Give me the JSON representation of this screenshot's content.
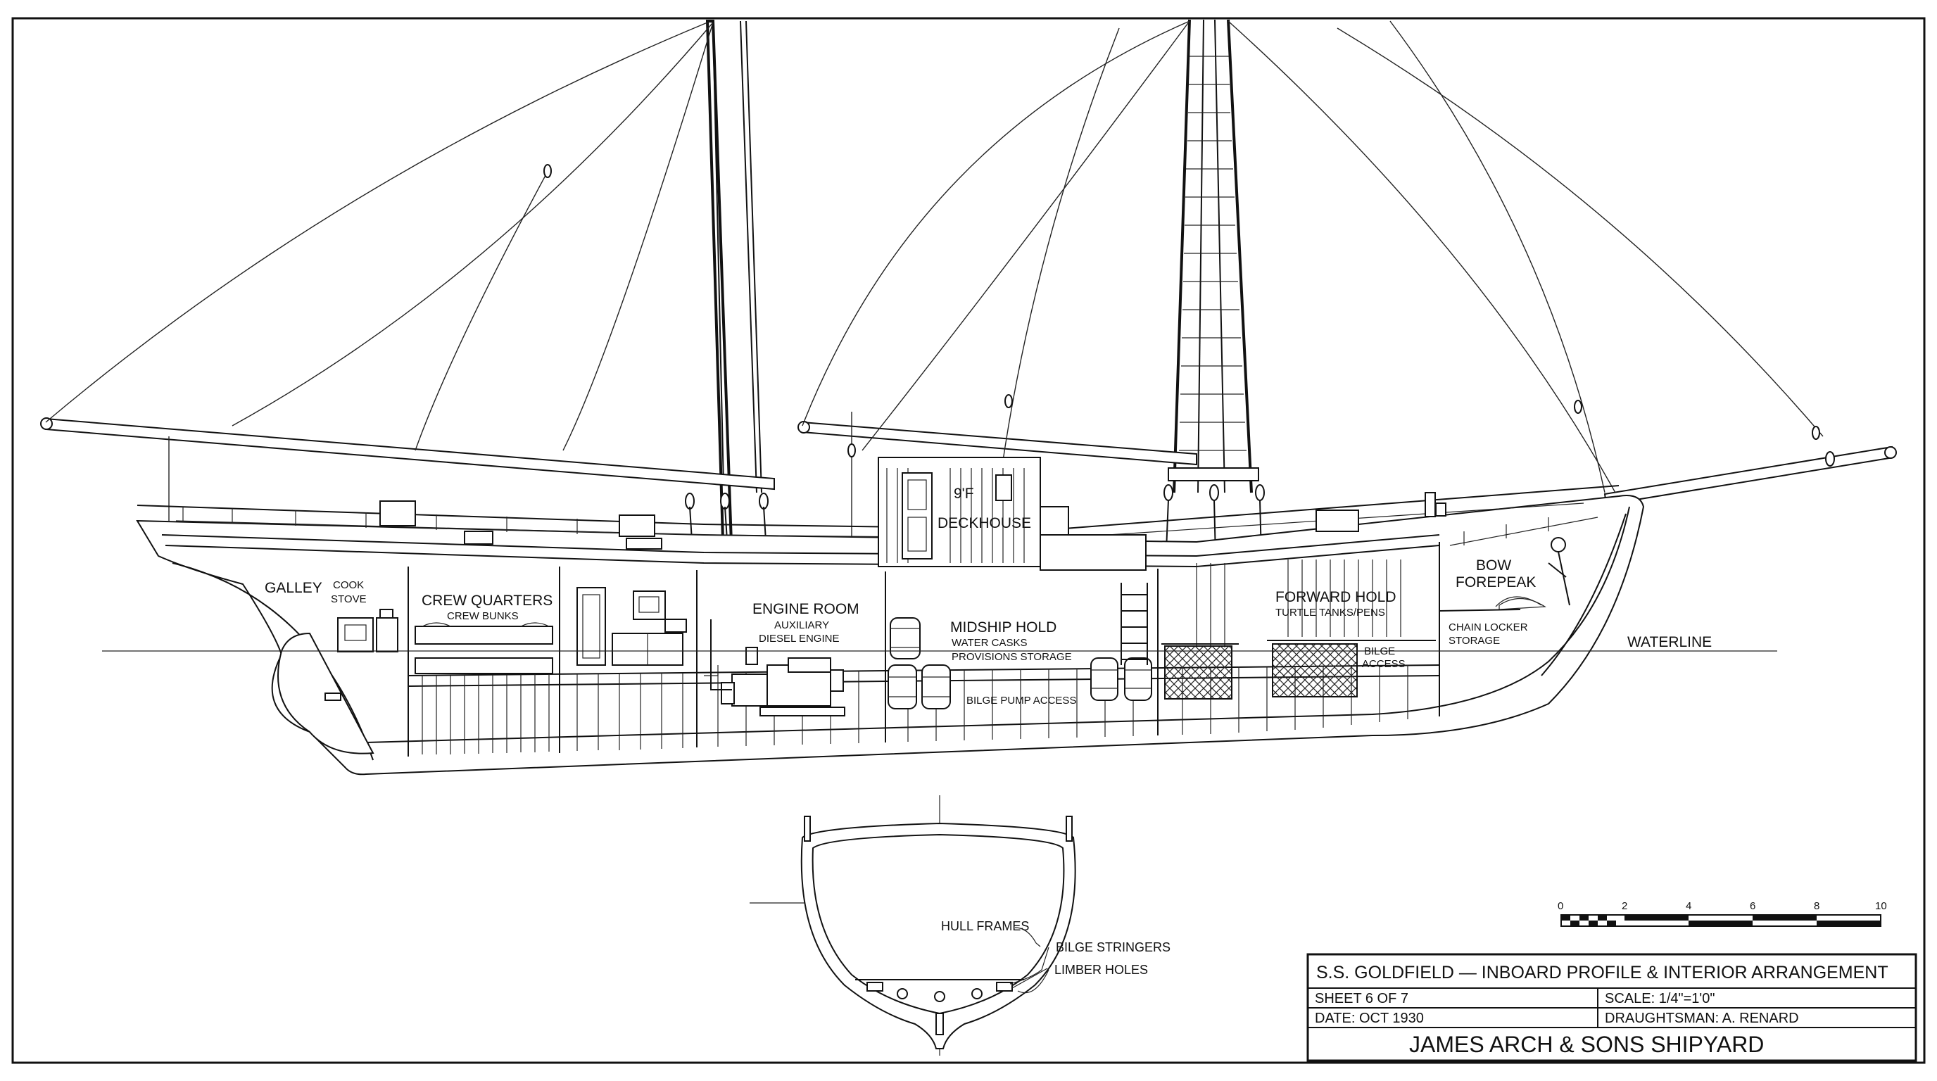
{
  "labels": {
    "galley": "GALLEY",
    "cook_stove_1": "COOK",
    "cook_stove_2": "STOVE",
    "crew_quarters": "CREW QUARTERS",
    "crew_bunks": "CREW BUNKS",
    "engine_room": "ENGINE ROOM",
    "auxiliary": "AUXILIARY",
    "diesel_engine": "DIESEL ENGINE",
    "deckhouse_temp": "9'F",
    "deckhouse": "DECKHOUSE",
    "midship_hold": "MIDSHIP HOLD",
    "water_casks": "WATER CASKS",
    "provisions_storage": "PROVISIONS STORAGE",
    "bilge_pump_access": "BILGE PUMP ACCESS",
    "forward_hold": "FORWARD HOLD",
    "turtle_tanks": "TURTLE TANKS/PENS",
    "bilge_access_1": "BILGE",
    "bilge_access_2": "ACCESS",
    "bow_forepeak_1": "BOW",
    "bow_forepeak_2": "FOREPEAK",
    "chain_locker_1": "CHAIN LOCKER",
    "chain_locker_2": "STORAGE",
    "waterline": "WATERLINE",
    "hull_frames": "HULL FRAMES",
    "bilge_stringers": "BILGE STRINGERS",
    "limber_holes": "LIMBER HOLES"
  },
  "scale_bar": {
    "ticks": [
      "0",
      "2",
      "4",
      "6",
      "8",
      "10"
    ]
  },
  "title_block": {
    "title": "S.S. GOLDFIELD — INBOARD PROFILE & INTERIOR ARRANGEMENT",
    "sheet": "SHEET 6 OF 7",
    "scale": "SCALE: 1/4\"=1'0\"",
    "date": "DATE: OCT 1930",
    "draughtsman": "DRAUGHTSMAN: A. RENARD",
    "shipyard": "JAMES ARCH & SONS SHIPYARD"
  }
}
